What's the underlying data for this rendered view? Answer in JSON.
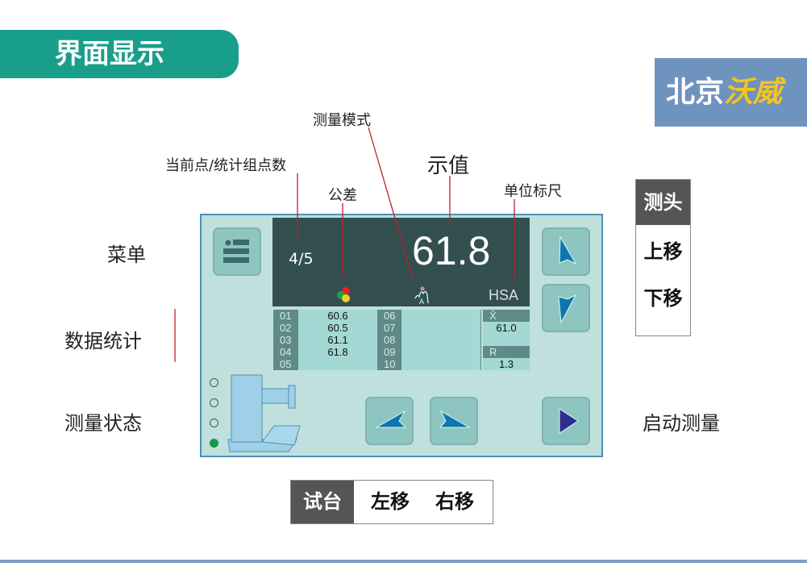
{
  "header": {
    "title": "界面显示"
  },
  "logo": {
    "part1": "北京",
    "part2": "沃威"
  },
  "labels": {
    "menu": "菜单",
    "stats": "数据统计",
    "status": "测量状态",
    "start": "启动测量"
  },
  "annotations": {
    "mode": "测量模式",
    "point": "当前点/统计组点数",
    "value": "示值",
    "unit": "单位标尺",
    "tolerance": "公差"
  },
  "screen": {
    "point_count": "4/5",
    "reading": "61.8",
    "unit": "HSA"
  },
  "table": {
    "left": [
      {
        "n": "01",
        "v": "60.6"
      },
      {
        "n": "02",
        "v": "60.5"
      },
      {
        "n": "03",
        "v": "61.1"
      },
      {
        "n": "04",
        "v": "61.8"
      },
      {
        "n": "05",
        "v": ""
      }
    ],
    "right": [
      {
        "n": "06",
        "v": ""
      },
      {
        "n": "07",
        "v": ""
      },
      {
        "n": "08",
        "v": ""
      },
      {
        "n": "09",
        "v": ""
      },
      {
        "n": "10",
        "v": ""
      }
    ],
    "mean_label": "X̄",
    "mean": "61.0",
    "range_label": "R",
    "range": "1.3"
  },
  "status_lights": [
    false,
    false,
    false,
    true
  ],
  "probe_box": {
    "title": "测头",
    "up": "上移",
    "down": "下移"
  },
  "stage_box": {
    "title": "试台",
    "left": "左移",
    "right": "右移"
  },
  "colors": {
    "accent": "#1a9e8c",
    "logo_bg": "#6f93bf",
    "screen": "#334f4f",
    "panel": "#bfe0dd",
    "arrow": "#0f75b0",
    "start": "#2e2e8e"
  }
}
